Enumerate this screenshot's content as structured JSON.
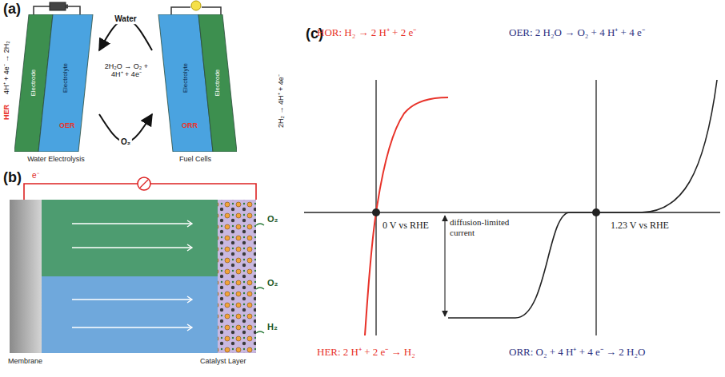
{
  "diagram": {
    "nodes": [
      {
        "text": [
          "Electrode",
          "Electrolyte",
          "Water Electrolysis"
        ]
      },
      {
        "text": [
          "Electrolyte",
          "Electrode",
          "Fuel Cells"
        ]
      }
    ],
    "edges": [
      {
        "from": 0,
        "to": 1,
        "label": "O₂",
        "arrow": "to"
      },
      {
        "from": 1,
        "to": 0,
        "label": "Water",
        "arrow": "to"
      }
    ],
    "labels": [
      "(a)",
      "(b)",
      "(c)",
      "2H₂O → O₂ + 4H⁺ + 4e⁻",
      "4H⁺ + 4e⁻ → 2H₂",
      "HER",
      "2H₂ → 4H⁺ + 4e⁻",
      "OER",
      "ORR",
      "e⁻",
      "O₂",
      "O₂",
      "H₂",
      "Membrane",
      "Catalyst Layer",
      "HOR: H₂ → 2 H⁺ + 2 e⁻",
      "OER: 2 H₂O → O₂ + 4 H⁺ + 4 e⁻",
      "0 V vs RHE",
      "diffusion-limited current",
      "1.23 V vs RHE",
      "HER: 2 H⁺ + 2 e⁻ → H₂",
      "ORR: O₂ + 4 H⁺ + 4 e⁻ → 2 H₂O"
    ]
  }
}
